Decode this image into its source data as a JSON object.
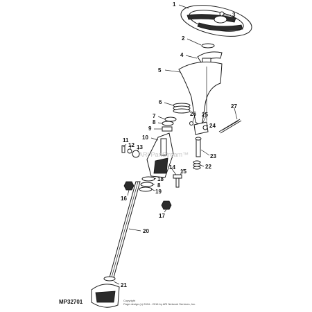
{
  "callouts": [
    "1",
    "2",
    "3",
    "4",
    "5",
    "6",
    "7",
    "8",
    "9",
    "10",
    "11",
    "12",
    "13",
    "14",
    "15",
    "16",
    "17",
    "18",
    "8",
    "19",
    "20",
    "21",
    "22",
    "23",
    "24",
    "25",
    "26",
    "27"
  ],
  "figure_id": "MP32701",
  "copyright_lines": [
    "Copyright",
    "Page design (c) 2004 - 2016 by ARI Network Services, Inc."
  ],
  "watermark": "ARI PartStream™"
}
